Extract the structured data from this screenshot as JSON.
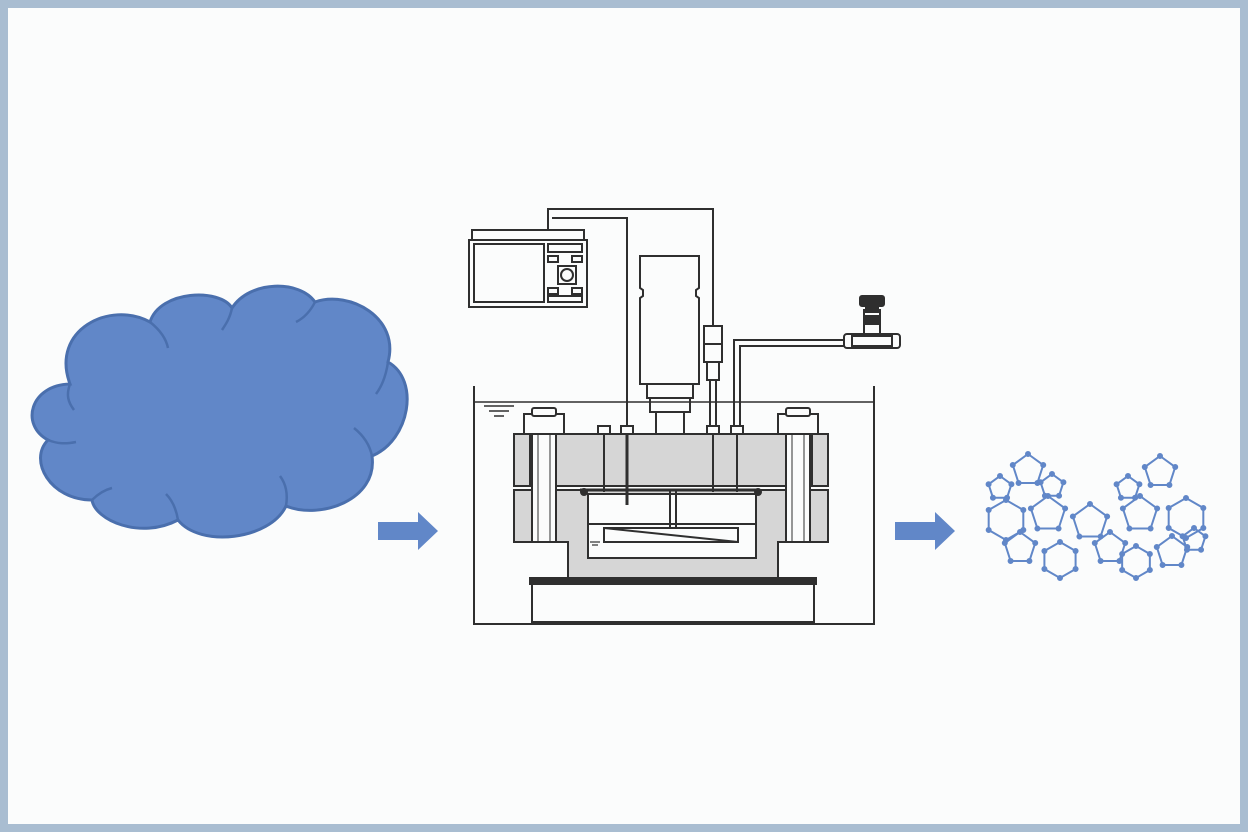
{
  "diagram": {
    "colors": {
      "border": "#a9bdd1",
      "background": "#fbfcfc",
      "accent_blue": "#6187c8",
      "cloud_stroke": "#4a6fad",
      "line": "#2f2f2f",
      "metal_fill": "#d6d6d6"
    },
    "stages": [
      {
        "name": "gas-cloud",
        "icon": "cloud-icon"
      },
      {
        "name": "reactor-apparatus",
        "icon": "pressure-vessel-icon"
      },
      {
        "name": "cage-structure",
        "icon": "clathrate-cage-icon"
      }
    ],
    "arrows": [
      {
        "from": "gas-cloud",
        "to": "reactor-apparatus",
        "icon": "right-arrow-icon"
      },
      {
        "from": "reactor-apparatus",
        "to": "cage-structure",
        "icon": "right-arrow-icon"
      }
    ]
  }
}
